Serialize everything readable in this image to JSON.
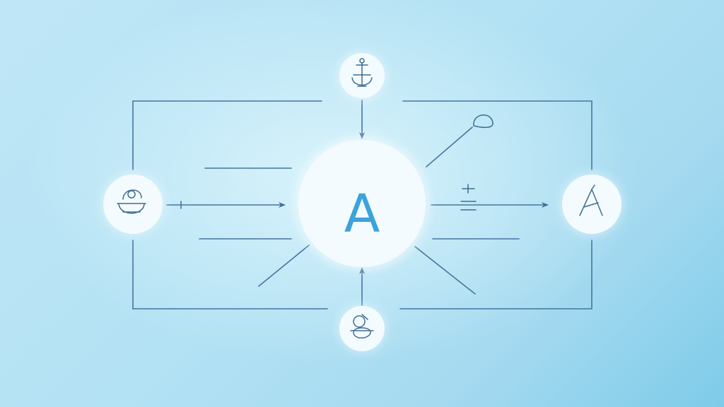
{
  "diagram": {
    "center_label": "A",
    "nodes": [
      {
        "id": "center",
        "letter": "A",
        "icon": "letter-a"
      },
      {
        "id": "top",
        "icon": "anchor-icon"
      },
      {
        "id": "bottom",
        "icon": "figure-icon"
      },
      {
        "id": "left",
        "icon": "person-icon"
      },
      {
        "id": "right",
        "icon": "compass-icon"
      }
    ],
    "colors": {
      "background": "#b8e4f5",
      "node": "#f3fbfe",
      "line": "#46759f",
      "accent": "#3aa3db"
    }
  }
}
